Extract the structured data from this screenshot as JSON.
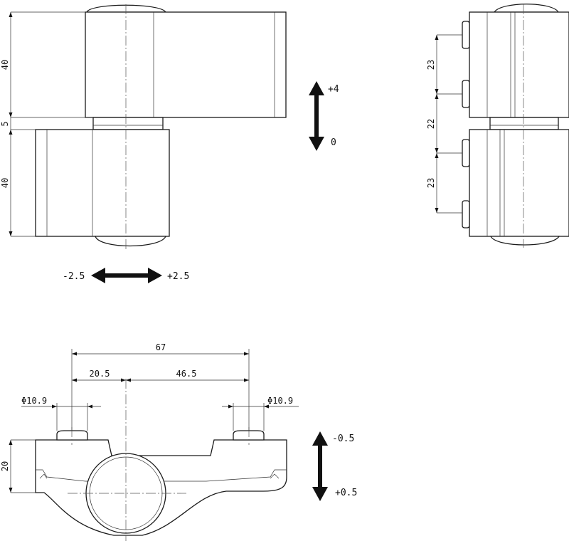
{
  "front_view": {
    "dim_upper_height": "40",
    "dim_gap": "5",
    "dim_lower_height": "40",
    "vertical_adjust_plus": "+4",
    "vertical_adjust_zero": "0",
    "horizontal_adjust_minus": "-2.5",
    "horizontal_adjust_plus": "+2.5"
  },
  "side_view": {
    "dim_top": "23",
    "dim_middle": "22",
    "dim_bottom": "23"
  },
  "plan_view": {
    "dim_overall": "67",
    "dim_left_offset": "20.5",
    "dim_right_offset": "46.5",
    "dim_left_pin_diameter": "Φ10.9",
    "dim_right_pin_diameter": "Φ10.9",
    "dim_height": "20",
    "depth_adjust_minus": "-0.5",
    "depth_adjust_plus": "+0.5"
  }
}
